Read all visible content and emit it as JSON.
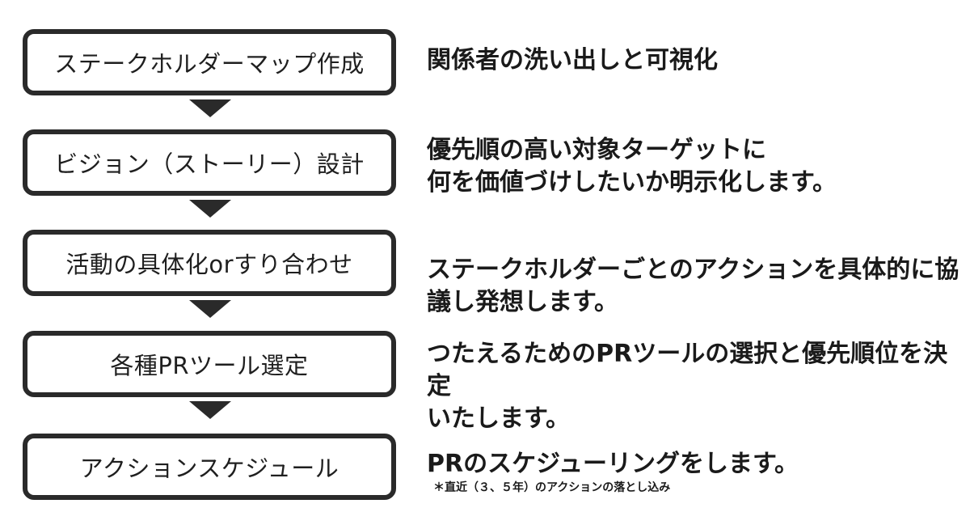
{
  "steps": [
    {
      "label": "ステークホルダーマップ作成",
      "description": [
        "関係者の洗い出しと可視化"
      ]
    },
    {
      "label": "ビジョン（ストーリー）設計",
      "description": [
        "優先順の高い対象ターゲットに",
        "何を価値づけしたいか明示化します。"
      ]
    },
    {
      "label": "活動の具体化orすり合わせ",
      "description": [
        "ステークホルダーごとのアクションを具体的に協",
        "議し発想します。"
      ]
    },
    {
      "label": "各種PRツール選定",
      "description": [
        "つたえるためのPRツールの選択と優先順位を決定",
        "いたします。"
      ]
    },
    {
      "label": "アクションスケジュール",
      "description": [
        "PRのスケジューリングをします。"
      ],
      "note": "＊直近（３、５年）のアクションの落とし込み"
    }
  ]
}
